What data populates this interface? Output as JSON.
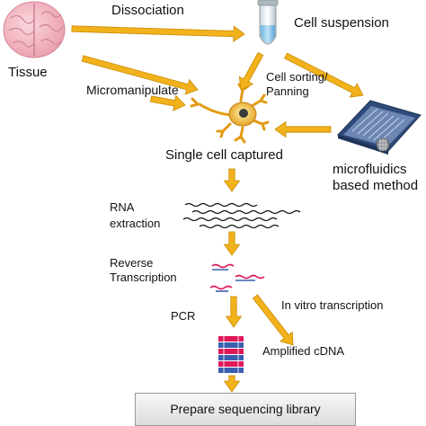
{
  "labels": {
    "dissociation": "Dissociation",
    "cell_suspension": "Cell suspension",
    "tissue": "Tissue",
    "cell_sorting_line1": "Cell sorting/",
    "cell_sorting_line2": "Panning",
    "micromanipulate": "Micromanipulate",
    "single_cell_captured": "Single cell captured",
    "microfluidics_line1": "microfluidics",
    "microfluidics_line2": "based method",
    "rna_line1": "RNA",
    "rna_line2": "extraction",
    "rt_line1": "Reverse",
    "rt_line2": "Transcription",
    "ivt": "In vitro transcription",
    "pcr": "PCR",
    "amplified_cdna": "Amplified cDNA",
    "library": "Prepare sequencing library"
  },
  "colors": {
    "arrow": "#f2b21c",
    "arrow_outline": "#c98a00",
    "brain": "#f2b7c2",
    "neuron": "#e8a21a",
    "chip": "#3d5a8c",
    "rna_strand": "#e0185a"
  },
  "icons": [
    "brain-icon",
    "test-tube-icon",
    "neuron-icon",
    "microfluidic-chip-icon",
    "rna-strands-icon",
    "cdna-strands-icon",
    "pcr-product-icon"
  ]
}
